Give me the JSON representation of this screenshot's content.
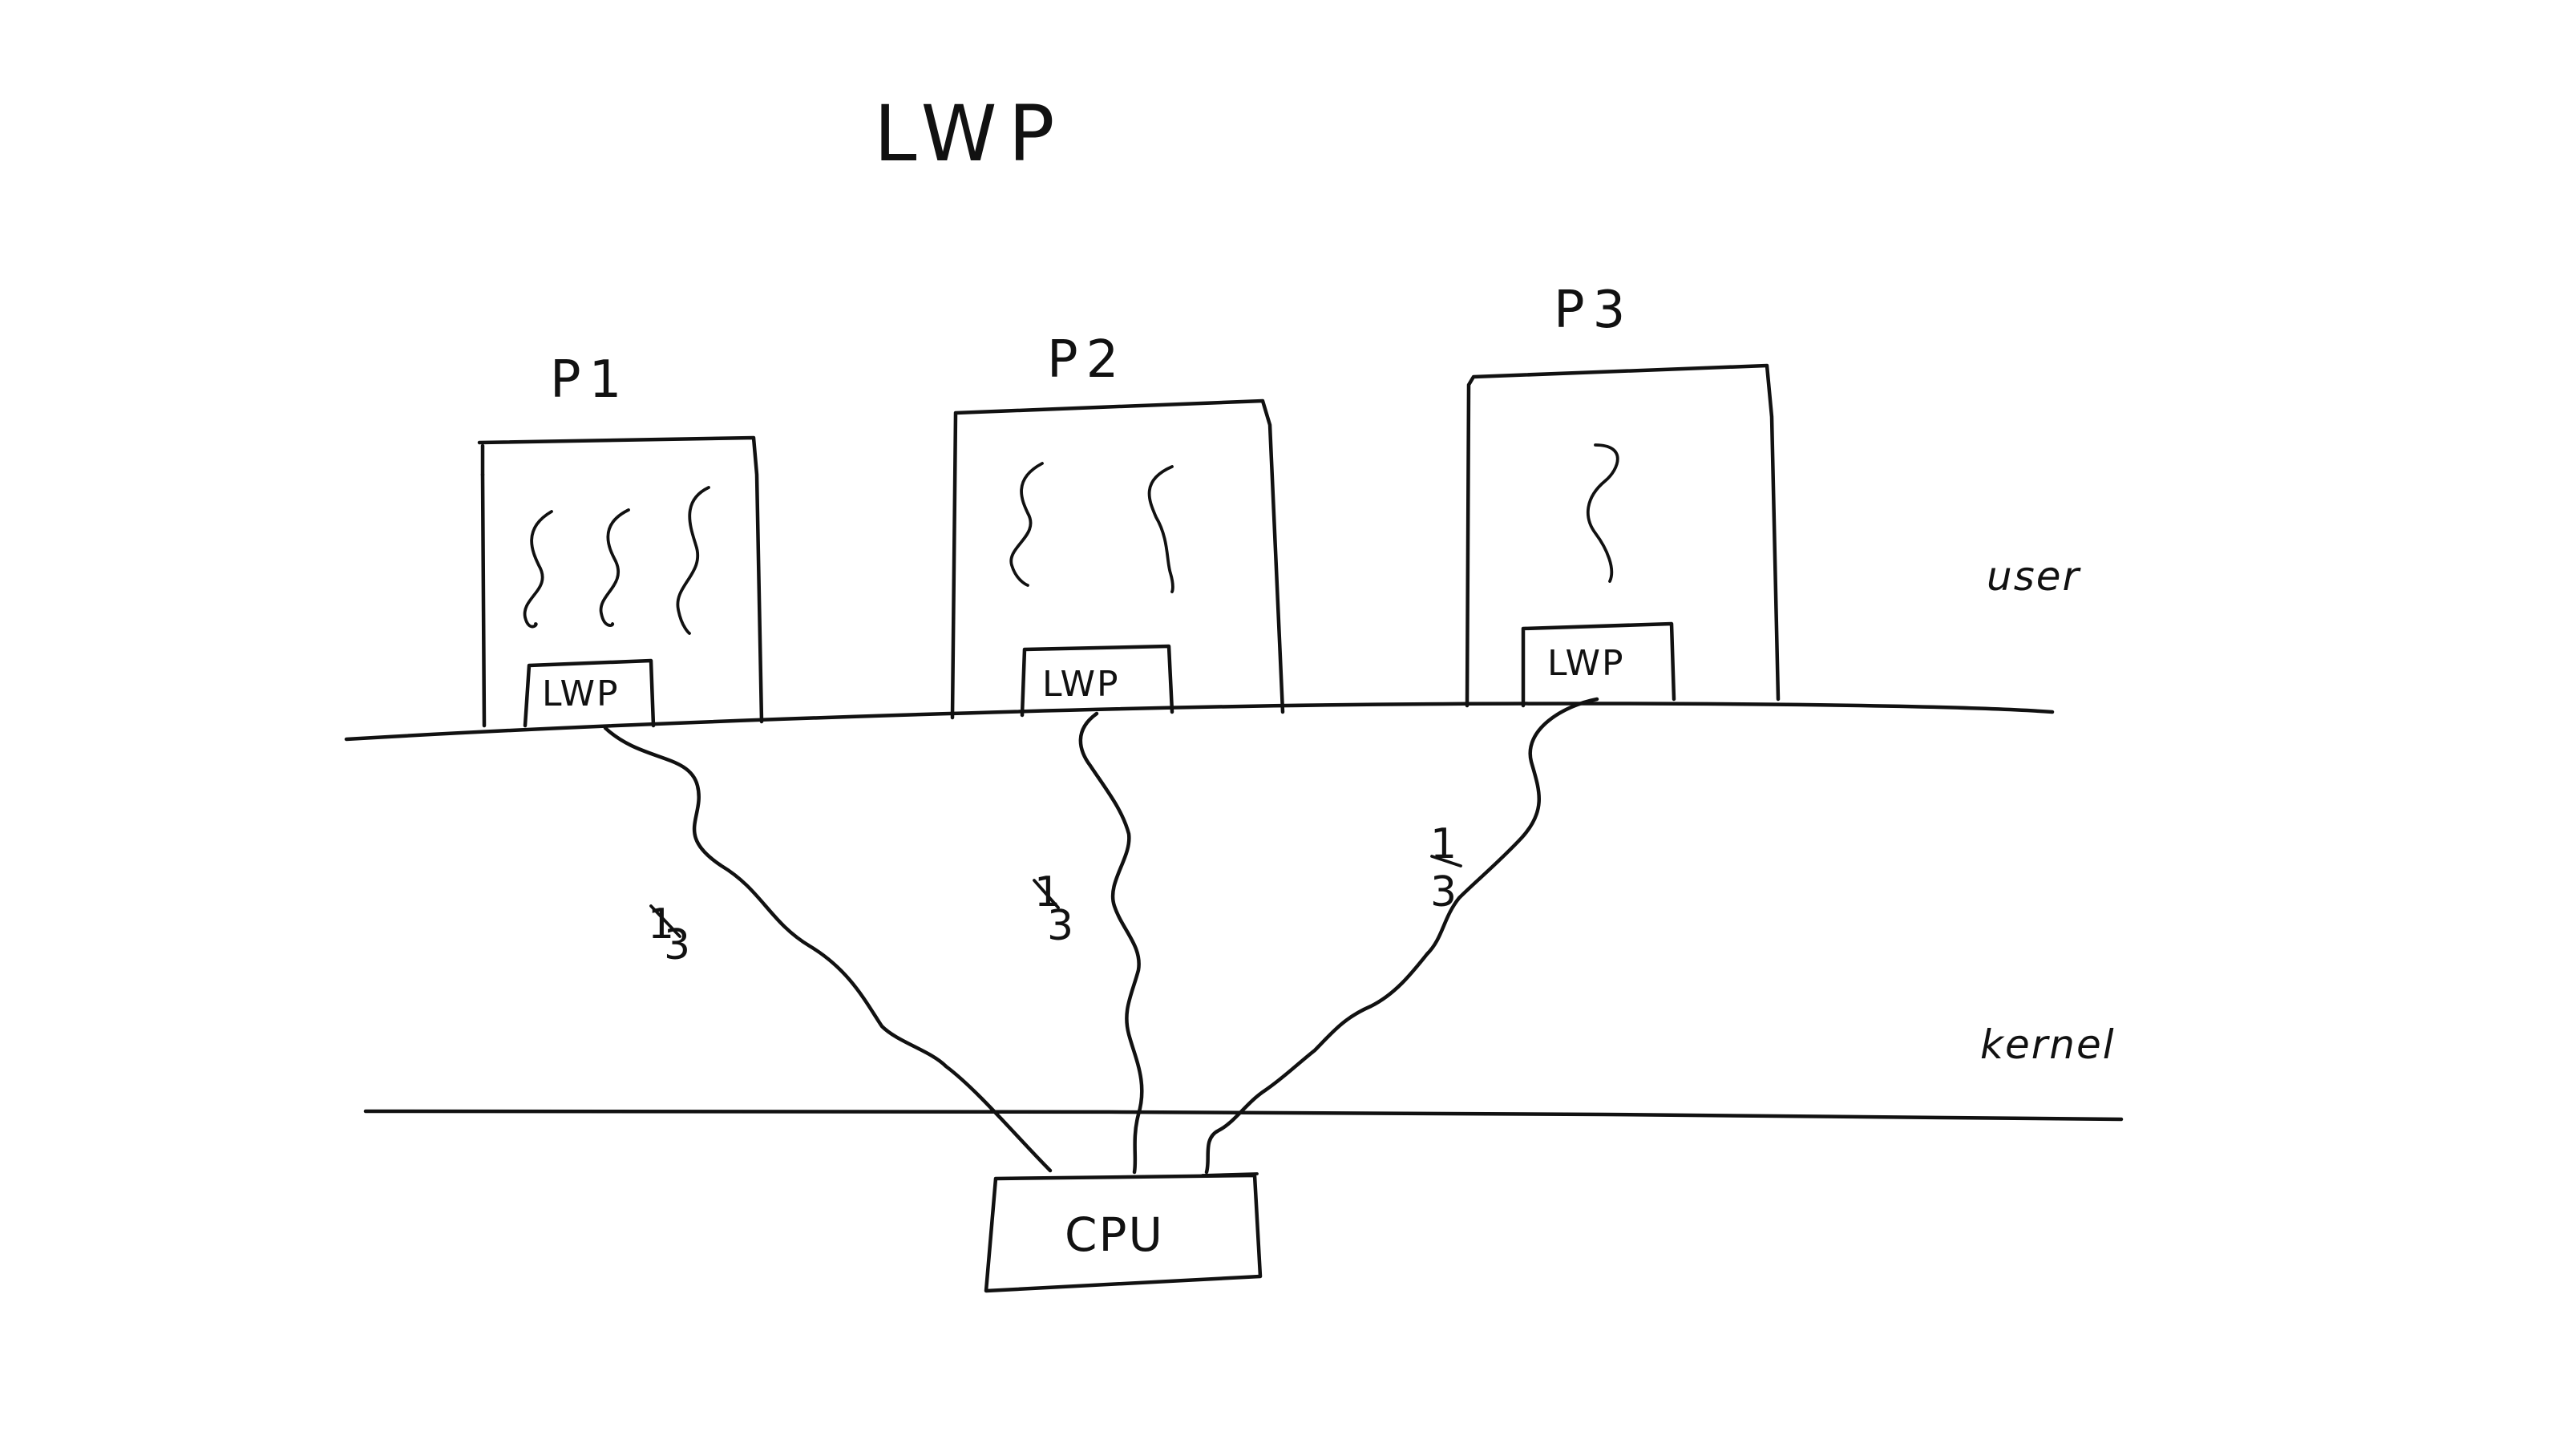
{
  "title": "LWP",
  "processes": [
    {
      "label": "P1",
      "lwp_label": "LWP",
      "thread_count": 3,
      "share_numerator": "1",
      "share_denominator": "3"
    },
    {
      "label": "P2",
      "lwp_label": "LWP",
      "thread_count": 2,
      "share_numerator": "1",
      "share_denominator": "3"
    },
    {
      "label": "P3",
      "lwp_label": "LWP",
      "thread_count": 1,
      "share_numerator": "1",
      "share_denominator": "3"
    }
  ],
  "zones": {
    "user": "user",
    "kernel": "kernel"
  },
  "cpu": {
    "label": "CPU"
  },
  "colors": {
    "ink": "#111111",
    "background": "#ffffff"
  }
}
